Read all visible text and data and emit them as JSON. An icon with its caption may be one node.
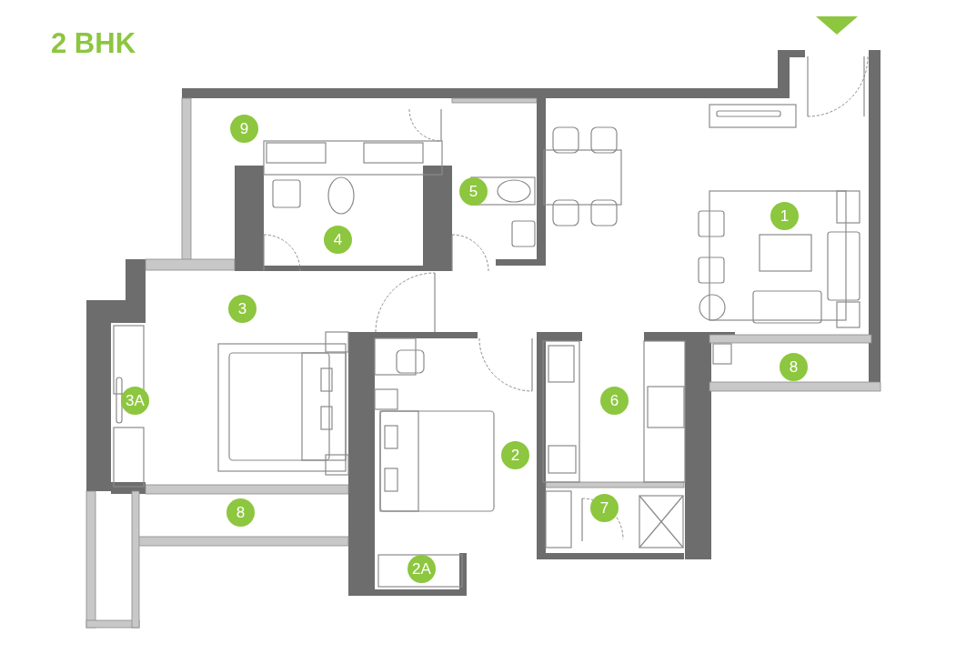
{
  "diagram": {
    "title": "2 BHK",
    "labels": [
      "9",
      "5",
      "1",
      "4",
      "3",
      "8",
      "3A",
      "6",
      "2",
      "7",
      "8",
      "2A"
    ]
  }
}
